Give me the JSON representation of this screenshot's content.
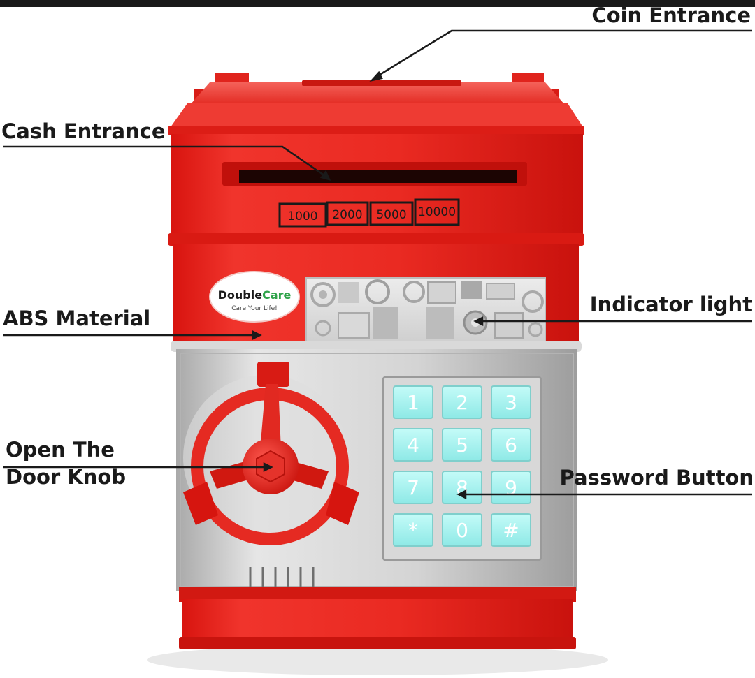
{
  "labels": {
    "coin_entrance": "Coin Entrance",
    "cash_entrance": "Cash Entrance",
    "abs_material": "ABS Material",
    "indicator_light": "Indicator light",
    "open_door_knob_line1": "Open The",
    "open_door_knob_line2": "Door Knob",
    "password_button": "Password Button"
  },
  "denominations": [
    "1000",
    "2000",
    "5000",
    "10000"
  ],
  "brand": {
    "name_part1": "Double",
    "name_part2": "Care",
    "tagline": "Care Your Life!"
  },
  "keypad": {
    "keys": [
      "1",
      "2",
      "3",
      "4",
      "5",
      "6",
      "7",
      "8",
      "9",
      "*",
      "0",
      "#"
    ]
  },
  "colors": {
    "body_red": "#e8231f",
    "dark_red": "#c4150f",
    "silver": "#c9c9c9",
    "key_cyan": "#a6f2f0",
    "brand_green": "#2fa34a",
    "text": "#1a1a1a"
  }
}
